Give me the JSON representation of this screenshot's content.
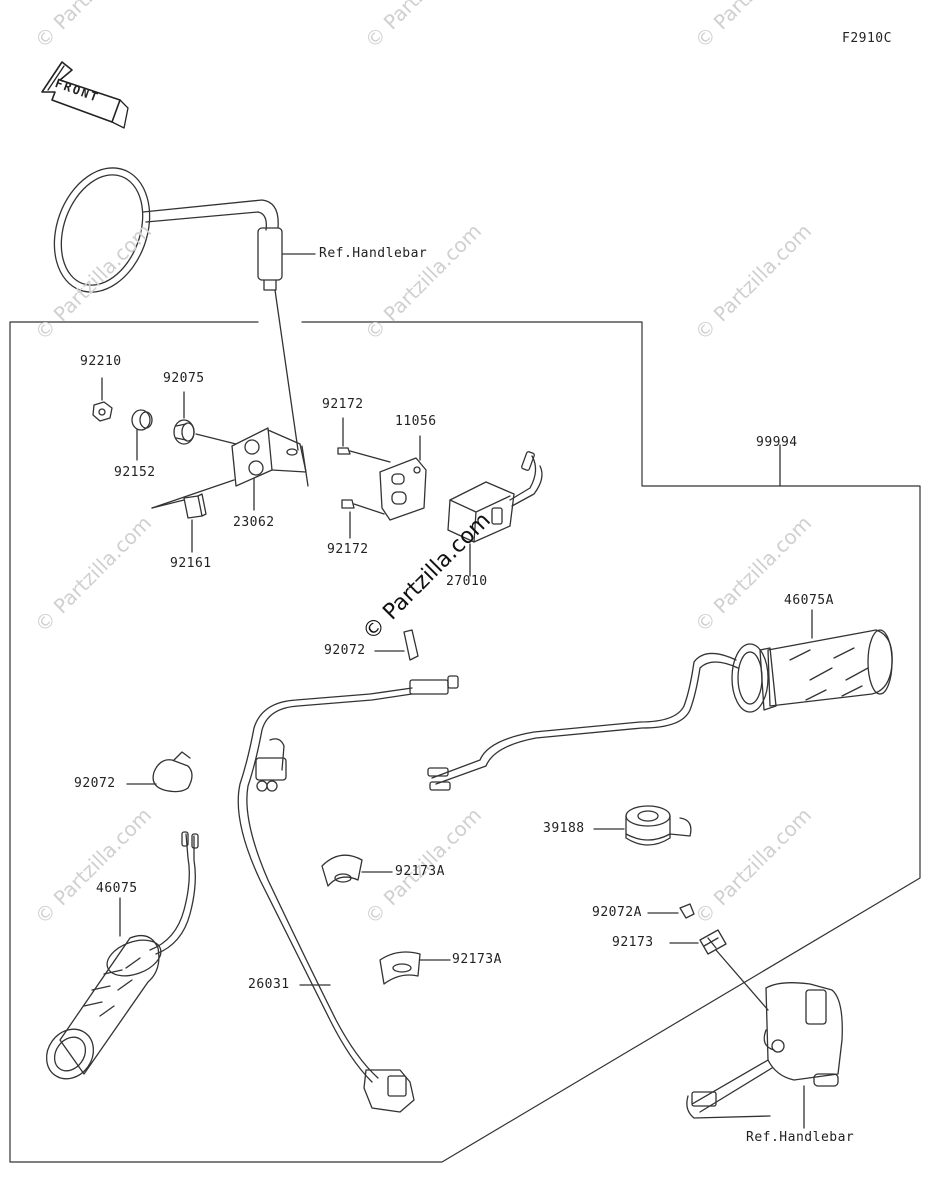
{
  "figure_code": "F2910C",
  "front_label": "FRONT",
  "watermark": "© Partzilla.com",
  "watermark_center": "© Partzilla.com",
  "parts": {
    "p92210": "92210",
    "p92075": "92075",
    "p92152": "92152",
    "p92172_top": "92172",
    "p11056": "11056",
    "p23062": "23062",
    "p92172_bottom": "92172",
    "p92161": "92161",
    "p27010": "27010",
    "p99994": "99994",
    "p46075A": "46075A",
    "p92072_top": "92072",
    "p92072_left": "92072",
    "p39188": "39188",
    "p92173A_top": "92173A",
    "p92173A_bottom": "92173A",
    "p92072A": "92072A",
    "p92173": "92173",
    "p46075": "46075",
    "p26031": "26031"
  },
  "refs": {
    "handlebar_top": "Ref.Handlebar",
    "handlebar_bottom": "Ref.Handlebar"
  }
}
